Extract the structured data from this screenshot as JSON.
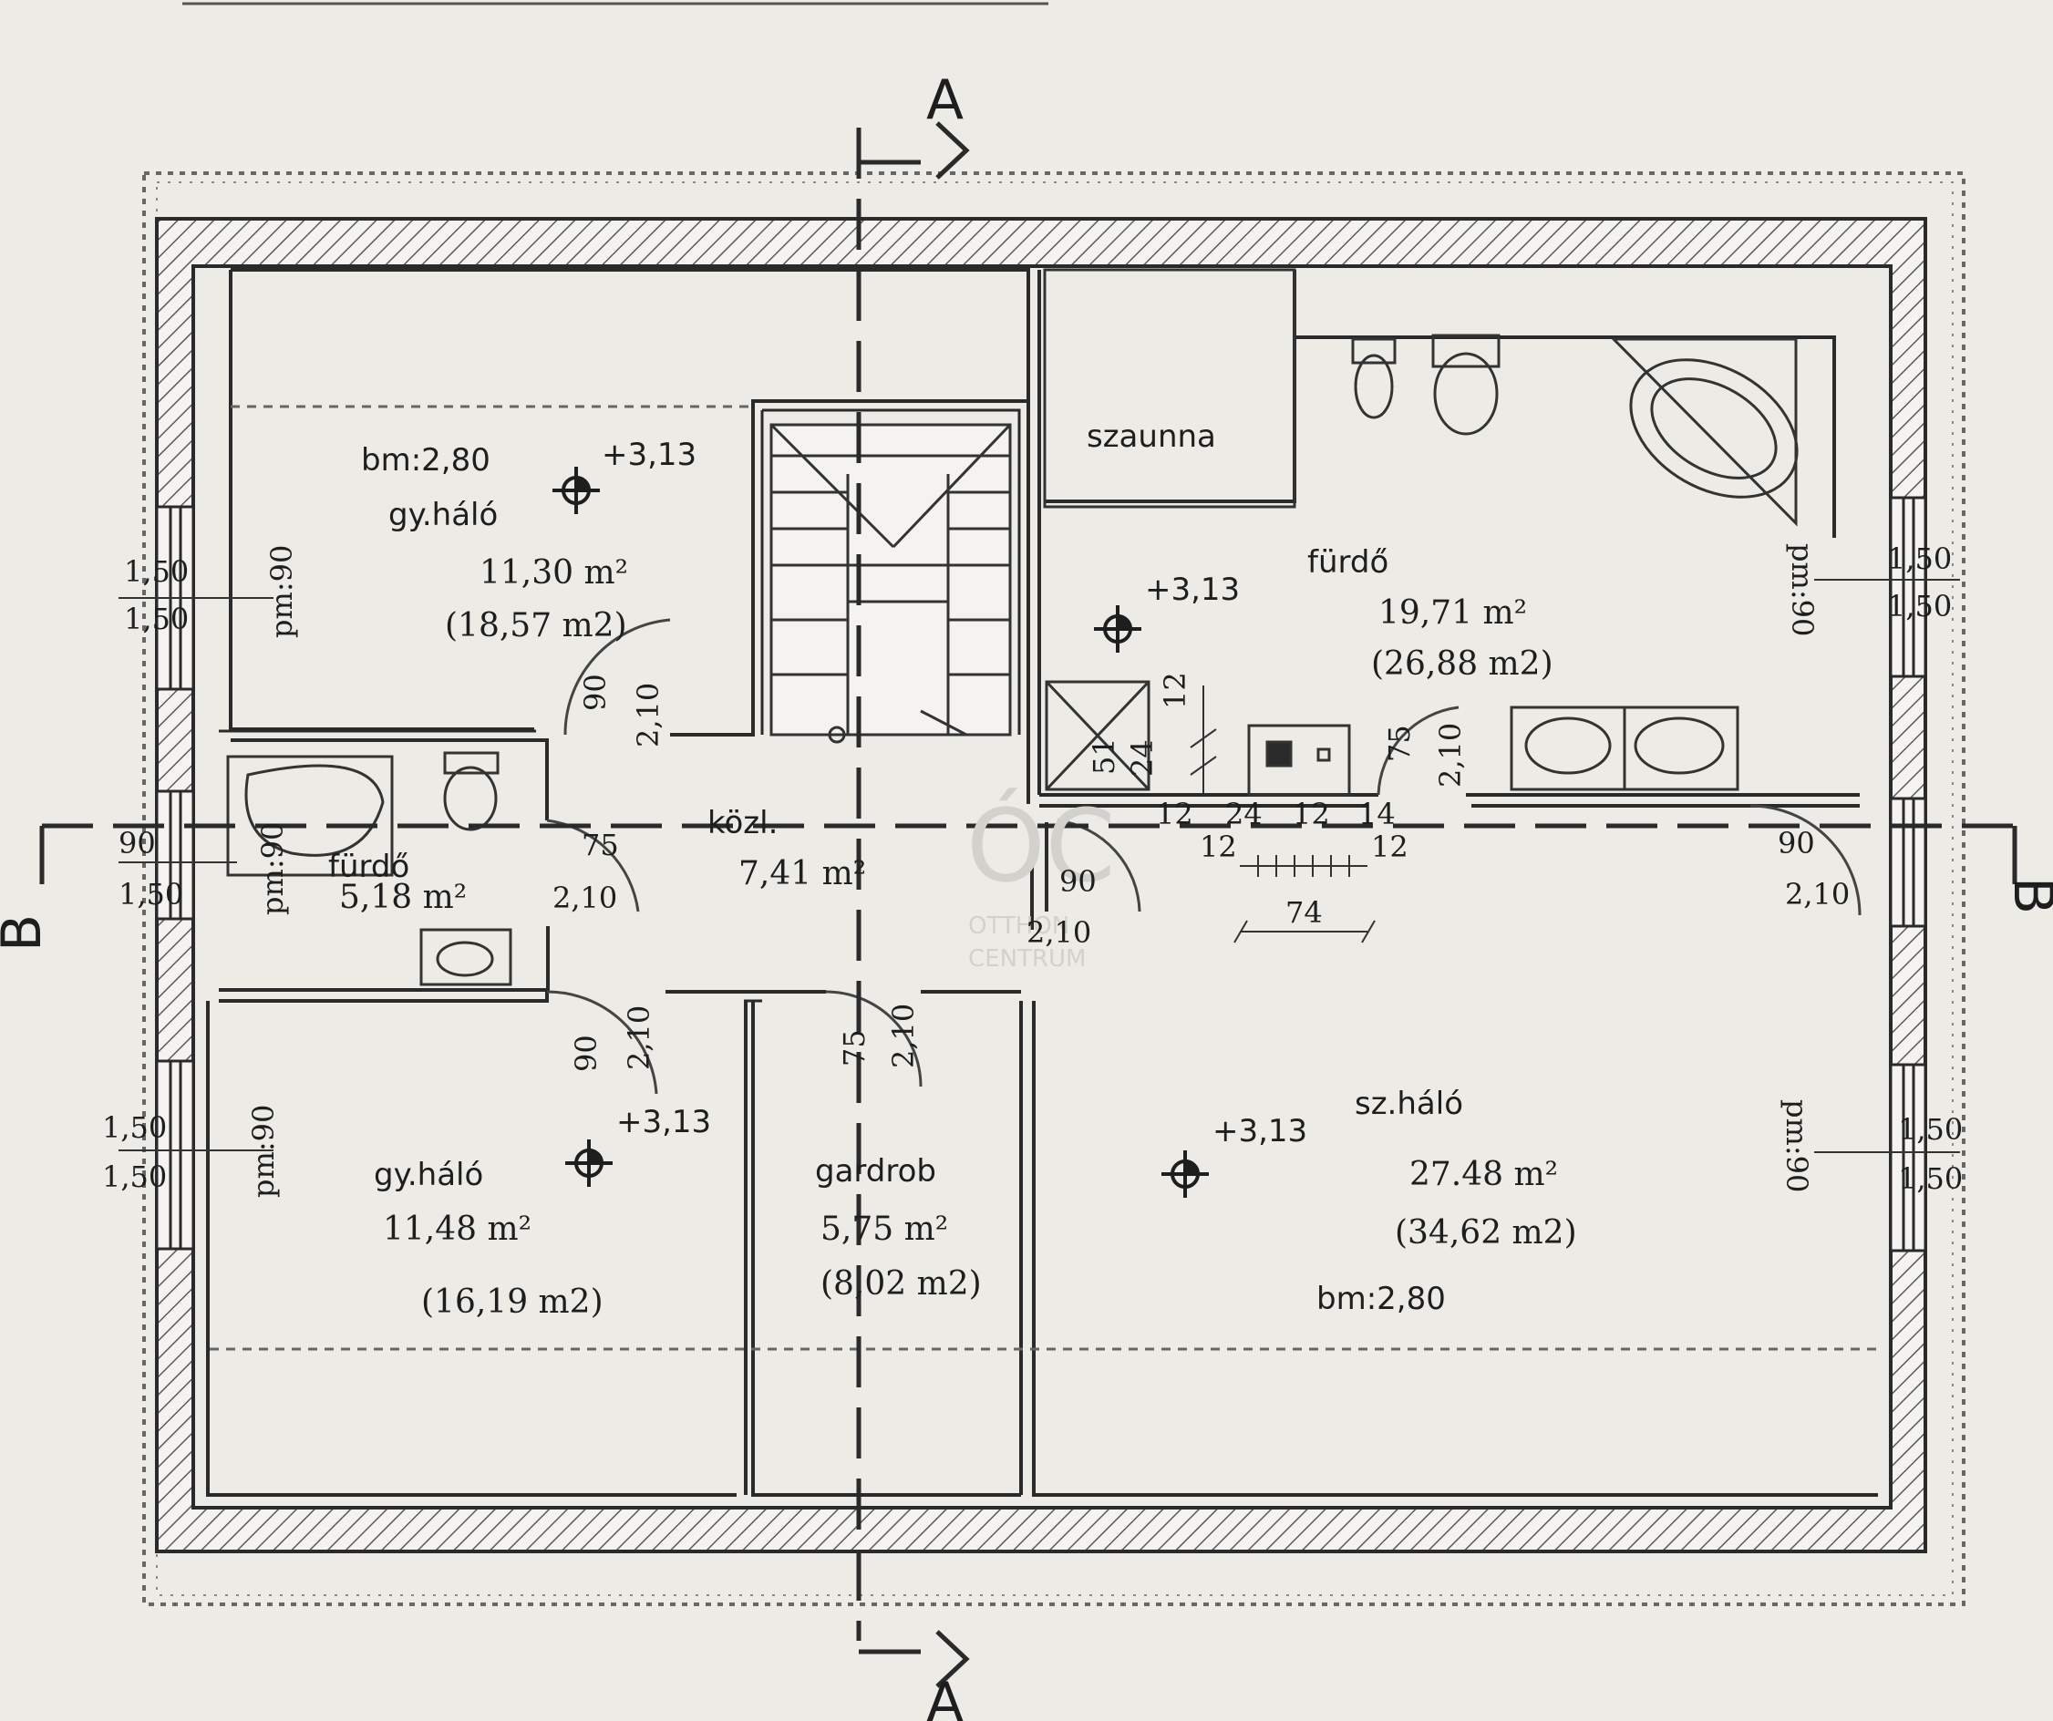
{
  "section_marks": {
    "a_top": "A",
    "a_bottom": "A",
    "b_left": "B",
    "b_right": "B"
  },
  "watermark": {
    "logo": "ÓC",
    "line1": "OTTHON",
    "line2": "CENTRUM"
  },
  "rooms": {
    "nw_bedroom": {
      "height": "bm:2,80",
      "level": "+3,13",
      "name": "gy.háló",
      "area": "11,30 m²",
      "gross": "(18,57 m2)"
    },
    "small_bath": {
      "name": "fürdő",
      "area": "5,18 m²"
    },
    "sauna": {
      "name": "szaunna"
    },
    "main_bath": {
      "level": "+3,13",
      "name": "fürdő",
      "area": "19,71 m²",
      "gross": "(26,88 m2)"
    },
    "hall": {
      "name": "közl.",
      "area": "7,41 m²"
    },
    "sw_bedroom": {
      "level": "+3,13",
      "name": "gy.háló",
      "area": "11,48 m²",
      "gross": "(16,19 m2)"
    },
    "wardrobe": {
      "name": "gardrob",
      "area": "5,75 m²",
      "gross": "(8,02 m2)"
    },
    "master": {
      "level": "+3,13",
      "name": "sz.háló",
      "area": "27.48 m²",
      "gross": "(34,62 m2)",
      "height": "bm:2,80"
    }
  },
  "dimensions": {
    "win_nw_w": "1,50",
    "win_nw_h": "1,50",
    "win_ne_w": "1,50",
    "win_ne_h": "1,50",
    "win_sw_w": "1,50",
    "win_sw_h": "1,50",
    "win_se_w": "1,50",
    "win_se_h": "1,50",
    "win_w_w": "90",
    "win_w_h": "1,50",
    "pm_nw": "pm:90",
    "pm_ne": "pm:90",
    "pm_w": "pm:90",
    "pm_sw": "pm:90",
    "pm_se": "pm:90",
    "d_nw_w": "90",
    "d_nw_h": "2,10",
    "d_bath_w": "75",
    "d_bath_h": "2,10",
    "d_sw_w": "90",
    "d_sw_h": "2,10",
    "d_ward_w": "75",
    "d_ward_h": "2,10",
    "d_master_w": "90",
    "d_master_h": "2,10",
    "d_mbath_w": "75",
    "d_mbath_h": "2,10",
    "d_e_w": "90",
    "d_e_h": "2,10",
    "shower_51": "51",
    "shower_24": "24",
    "shower_12": "12",
    "t_12a": "12",
    "t_24": "24",
    "t_12b": "12",
    "t_14": "14",
    "t_12c": "12",
    "t_12d": "12",
    "t_74": "74"
  }
}
